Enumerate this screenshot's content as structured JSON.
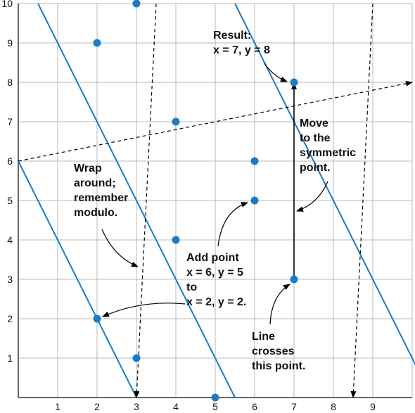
{
  "chart_data": {
    "type": "scatter",
    "title": "",
    "xlabel": "",
    "ylabel": "",
    "xlim": [
      0,
      10
    ],
    "ylim": [
      0,
      10
    ],
    "grid": true,
    "x_ticks": [
      1,
      2,
      3,
      4,
      5,
      6,
      7,
      8,
      9
    ],
    "y_ticks": [
      1,
      2,
      3,
      4,
      5,
      6,
      7,
      8,
      9,
      10
    ],
    "points": [
      {
        "x": 2,
        "y": 9
      },
      {
        "x": 3,
        "y": 10
      },
      {
        "x": 4,
        "y": 7
      },
      {
        "x": 6,
        "y": 6
      },
      {
        "x": 6,
        "y": 5
      },
      {
        "x": 4,
        "y": 4
      },
      {
        "x": 7,
        "y": 3
      },
      {
        "x": 2,
        "y": 2
      },
      {
        "x": 3,
        "y": 1
      },
      {
        "x": 5,
        "y": 0
      },
      {
        "x": 7,
        "y": 8
      }
    ],
    "lines": [
      {
        "from": [
          0,
          6
        ],
        "to": [
          3,
          0
        ]
      },
      {
        "from": [
          0.5,
          10
        ],
        "to": [
          5.5,
          0
        ]
      },
      {
        "from": [
          5.5,
          10
        ],
        "to": [
          10.5,
          0
        ]
      }
    ],
    "dashed_lines": [
      {
        "from": [
          0,
          6
        ],
        "to": [
          10,
          8
        ]
      },
      {
        "from": [
          3.5,
          10
        ],
        "to": [
          3,
          0
        ]
      },
      {
        "from": [
          9,
          10
        ],
        "to": [
          8.5,
          0
        ]
      }
    ],
    "arrows": [
      {
        "from": [
          7,
          3
        ],
        "to": [
          7,
          8
        ]
      }
    ],
    "annotations": [
      {
        "lines": [
          "Result:",
          "x = 7, y = 8"
        ]
      },
      {
        "lines": [
          "Move",
          "to the",
          "symmetric",
          "point."
        ]
      },
      {
        "lines": [
          "Wrap",
          "around;",
          "remember",
          "modulo."
        ]
      },
      {
        "lines": [
          "Add point",
          "x = 6, y = 5",
          "to",
          "x = 2, y = 2."
        ]
      },
      {
        "lines": [
          "Line",
          "crosses",
          "this point."
        ]
      }
    ],
    "colors": {
      "point": "#1a7cc4",
      "line": "#1a7cc4",
      "grid": "#b8b8b8",
      "arrow": "#000000"
    }
  }
}
